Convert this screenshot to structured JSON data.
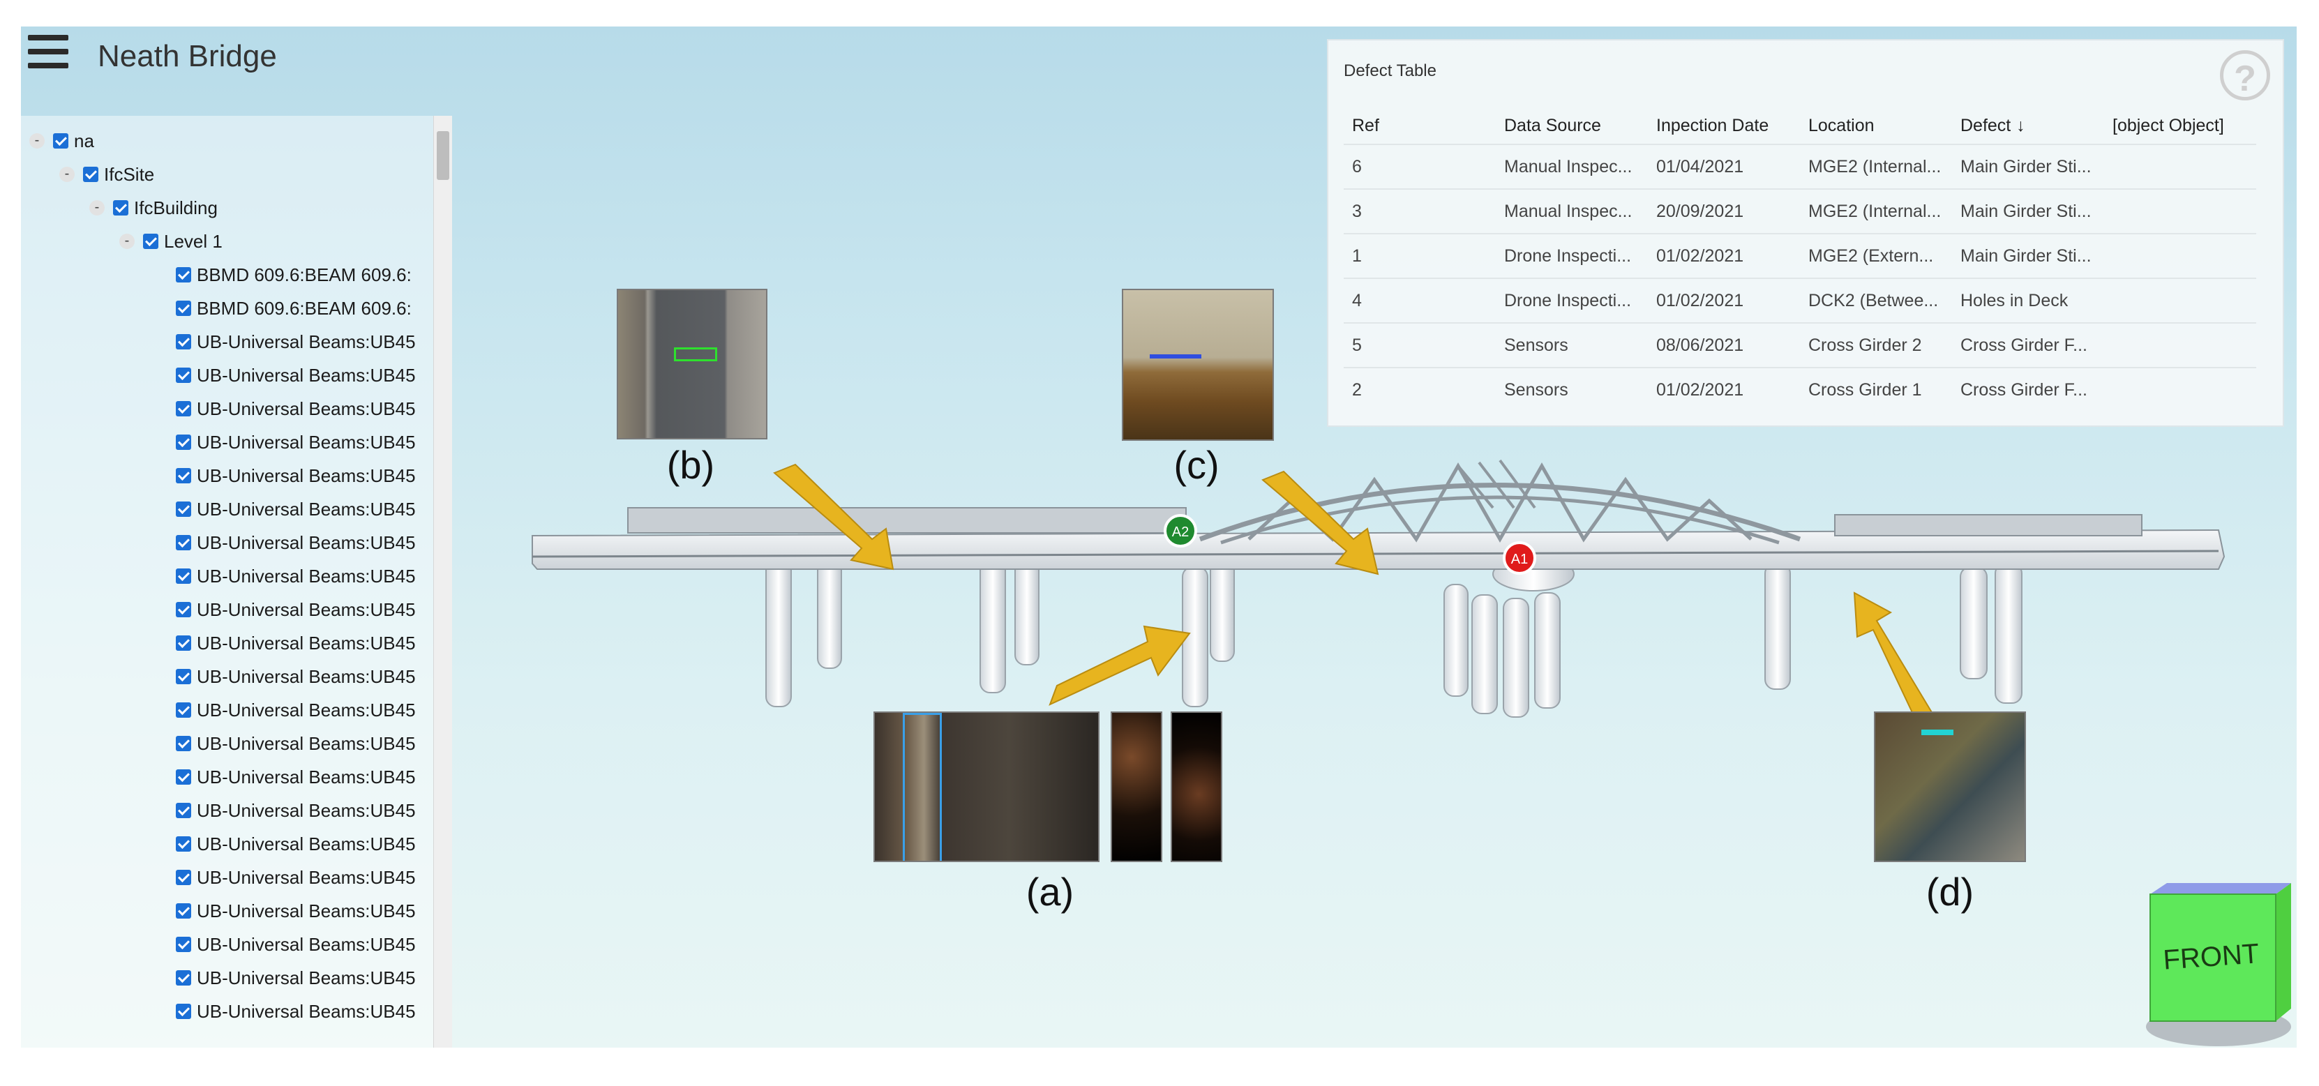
{
  "app": {
    "title": "Neath Bridge"
  },
  "tree": {
    "nodes": [
      {
        "label": "na",
        "depth": 0,
        "toggle": "-"
      },
      {
        "label": "IfcSite",
        "depth": 1,
        "toggle": "-"
      },
      {
        "label": "IfcBuilding",
        "depth": 2,
        "toggle": "-"
      },
      {
        "label": "Level 1",
        "depth": 3,
        "toggle": "-"
      },
      {
        "label": "BBMD 609.6:BEAM 609.6:",
        "depth": 4
      },
      {
        "label": "BBMD 609.6:BEAM 609.6:",
        "depth": 4
      },
      {
        "label": "UB-Universal Beams:UB45",
        "depth": 4
      },
      {
        "label": "UB-Universal Beams:UB45",
        "depth": 4
      },
      {
        "label": "UB-Universal Beams:UB45",
        "depth": 4
      },
      {
        "label": "UB-Universal Beams:UB45",
        "depth": 4
      },
      {
        "label": "UB-Universal Beams:UB45",
        "depth": 4
      },
      {
        "label": "UB-Universal Beams:UB45",
        "depth": 4
      },
      {
        "label": "UB-Universal Beams:UB45",
        "depth": 4
      },
      {
        "label": "UB-Universal Beams:UB45",
        "depth": 4
      },
      {
        "label": "UB-Universal Beams:UB45",
        "depth": 4
      },
      {
        "label": "UB-Universal Beams:UB45",
        "depth": 4
      },
      {
        "label": "UB-Universal Beams:UB45",
        "depth": 4
      },
      {
        "label": "UB-Universal Beams:UB45",
        "depth": 4
      },
      {
        "label": "UB-Universal Beams:UB45",
        "depth": 4
      },
      {
        "label": "UB-Universal Beams:UB45",
        "depth": 4
      },
      {
        "label": "UB-Universal Beams:UB45",
        "depth": 4
      },
      {
        "label": "UB-Universal Beams:UB45",
        "depth": 4
      },
      {
        "label": "UB-Universal Beams:UB45",
        "depth": 4
      },
      {
        "label": "UB-Universal Beams:UB45",
        "depth": 4
      },
      {
        "label": "UB-Universal Beams:UB45",
        "depth": 4
      },
      {
        "label": "UB-Universal Beams:UB45",
        "depth": 4
      },
      {
        "label": "UB-Universal Beams:UB45",
        "depth": 4
      }
    ]
  },
  "defect_table": {
    "title": "Defect Table",
    "sort_indicator": "↓",
    "columns": [
      "Ref",
      "Data Source",
      "Inpection Date",
      "Location",
      "Defect",
      "[object Object]"
    ],
    "rows": [
      [
        "6",
        "Manual Inspec...",
        "01/04/2021",
        "MGE2 (Internal...",
        "Main Girder Sti...",
        ""
      ],
      [
        "3",
        "Manual Inspec...",
        "20/09/2021",
        "MGE2 (Internal...",
        "Main Girder Sti...",
        ""
      ],
      [
        "1",
        "Drone Inspecti...",
        "01/02/2021",
        "MGE2 (Extern...",
        "Main Girder Sti...",
        ""
      ],
      [
        "4",
        "Drone Inspecti...",
        "01/02/2021",
        "DCK2 (Betwee...",
        "Holes in Deck",
        ""
      ],
      [
        "5",
        "Sensors",
        "08/06/2021",
        "Cross Girder 2",
        "Cross Girder F...",
        ""
      ],
      [
        "2",
        "Sensors",
        "01/02/2021",
        "Cross Girder 1",
        "Cross Girder F...",
        ""
      ]
    ]
  },
  "scene": {
    "captions": {
      "a": "(a)",
      "b": "(b)",
      "c": "(c)",
      "d": "(d)"
    },
    "markers": [
      {
        "label": "A2",
        "color": "#1f8a2f"
      },
      {
        "label": "A1",
        "color": "#e01b1b"
      }
    ],
    "nav_cube_label": "FRONT",
    "arrow_color": "#e7b41f"
  }
}
